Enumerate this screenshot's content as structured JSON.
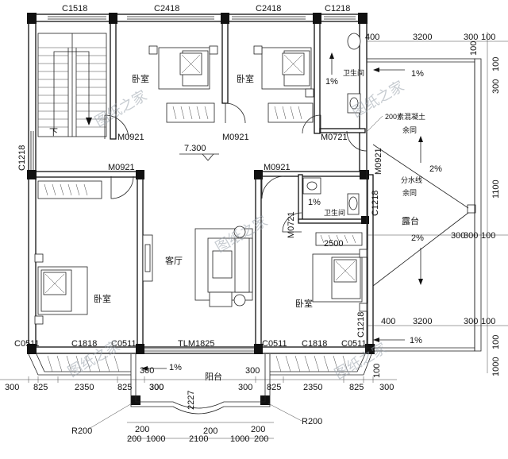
{
  "window_codes": {
    "top_1": "C1518",
    "top_2": "C2418",
    "top_3": "C2418",
    "top_4": "C1218",
    "left": "C1218",
    "right_bath": "C1218",
    "right_lower": "C1218",
    "bottom_1": "C0511",
    "bottom_2": "C1818",
    "bottom_3": "C0511",
    "bottom_4": "C0511",
    "bottom_5": "C1818",
    "bottom_6": "C0511",
    "sliding_door": "TLM1825"
  },
  "door_codes": {
    "d1": "M0921",
    "d2": "M0921",
    "d3": "M0721",
    "d4": "M0921",
    "d5": "M0921",
    "d6": "M0921",
    "d7": "M0721"
  },
  "room_labels": {
    "bedroom_1": "卧室",
    "bedroom_2": "卧室",
    "bedroom_3": "卧室",
    "bedroom_4": "卧室",
    "bathroom_1": "卫生间",
    "bathroom_2": "卫生间",
    "living_room": "客厅",
    "balcony": "阳台",
    "terrace": "露台",
    "stair_down": "下"
  },
  "annotations": {
    "elevation": "7.300",
    "concrete_note": "200素混凝土",
    "overhang_1": "余同",
    "watershed": "分水线",
    "overhang_2": "余同",
    "slope_1": "1%",
    "slope_2": "1%",
    "slope_3": "2%",
    "slope_4": "2%",
    "slope_5": "1%",
    "slope_6": "1%",
    "slope_7": "1%"
  },
  "dimensions": {
    "bottom_row": [
      "300",
      "825",
      "2350",
      "825",
      "300",
      "300",
      "825",
      "2350",
      "825",
      "300"
    ],
    "balcony_top": [
      "300",
      "300",
      "300"
    ],
    "balcony_side": "2227",
    "balcony_radius_l": "R200",
    "balcony_radius_r": "R200",
    "bottom_200_a": "200",
    "bottom_200_b": "200",
    "bottom_lower": [
      "200",
      "1000",
      "2100",
      "1000",
      "200"
    ],
    "right_top": [
      "400",
      "3200",
      "300",
      "100"
    ],
    "right_mid": [
      "300",
      "2500",
      "300",
      "100"
    ],
    "right_low": [
      "400",
      "3200",
      "300",
      "100"
    ],
    "right_vertical": [
      "100",
      "300",
      "1100",
      "100",
      "1000"
    ],
    "corner_100": "100",
    "corner_100b": "100",
    "balcony_small": "200"
  },
  "watermark": "图纸之家"
}
